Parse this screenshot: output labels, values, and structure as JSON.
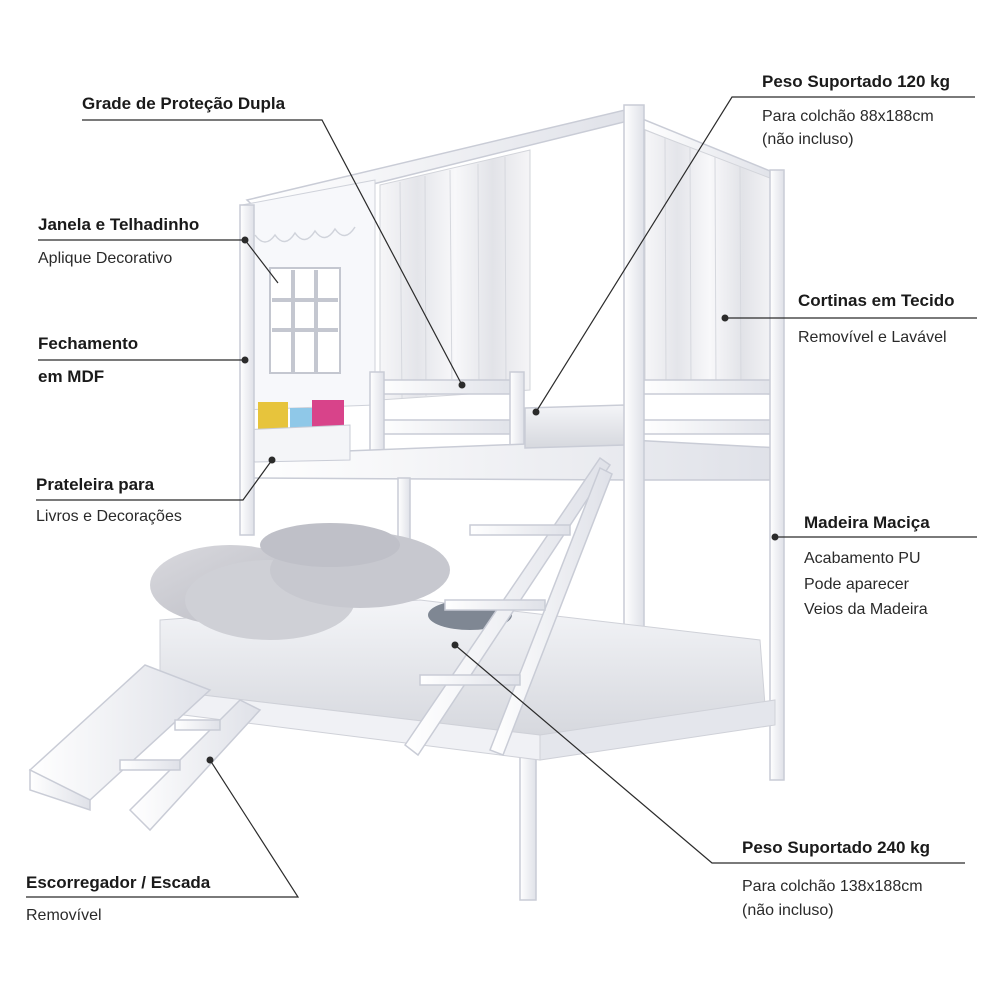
{
  "callouts": {
    "grade": {
      "title": "Grade de Proteção Dupla"
    },
    "janela": {
      "title": "Janela e Telhadinho",
      "sub": "Aplique Decorativo"
    },
    "fechamento": {
      "title_line1": "Fechamento",
      "title_line2": "em MDF"
    },
    "prateleira": {
      "title": "Prateleira para",
      "sub": "Livros e Decorações"
    },
    "escorregador": {
      "title": "Escorregador / Escada",
      "sub": "Removível"
    },
    "peso120": {
      "title": "Peso Suportado 120 kg",
      "sub_line1": "Para colchão 88x188cm",
      "sub_line2": "(não incluso)"
    },
    "cortinas": {
      "title": "Cortinas em Tecido",
      "sub": "Removível e Lavável"
    },
    "madeira": {
      "title": "Madeira Maciça",
      "sub_line1": "Acabamento PU",
      "sub_line2": "Pode aparecer",
      "sub_line3": "Veios da Madeira"
    },
    "peso240": {
      "title": "Peso Suportado 240 kg",
      "sub_line1": "Para colchão 138x188cm",
      "sub_line2": "(não incluso)"
    }
  },
  "colors": {
    "frame": "#f3f4f8",
    "frame_edge": "#c9ccd6",
    "mattress": "#e9eaee",
    "line": "#2b2b2b"
  },
  "icons": {
    "bed": "bunk-bed-illustration"
  }
}
